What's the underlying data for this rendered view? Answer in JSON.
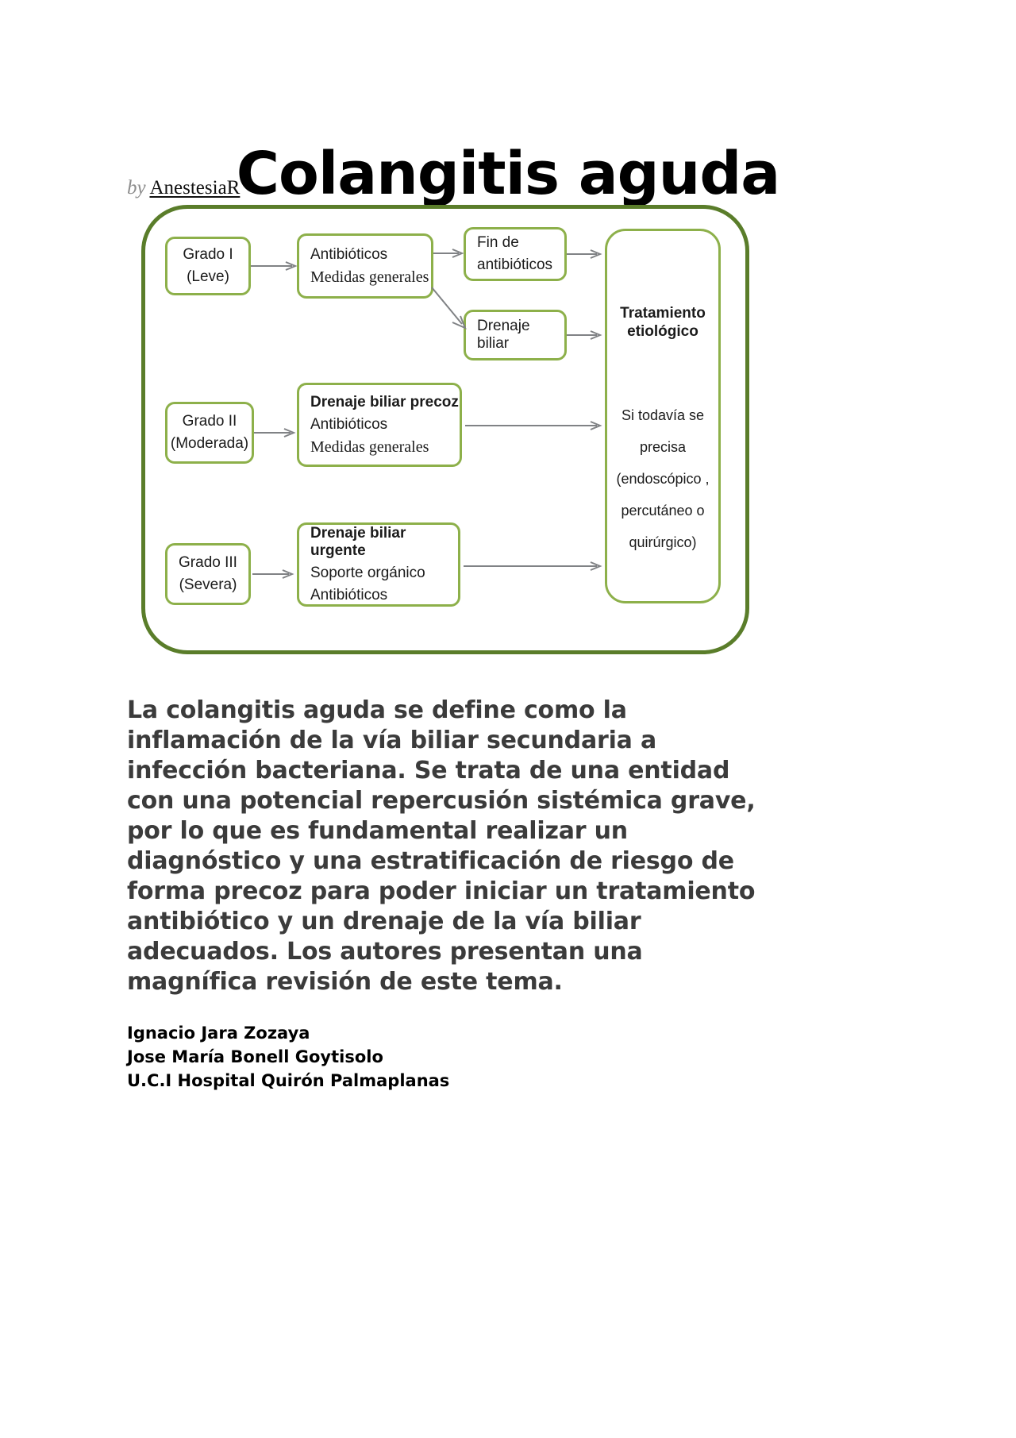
{
  "document": {
    "title": "Colangitis aguda",
    "byline": {
      "prefix": "by",
      "author": "AnestesiaR"
    },
    "lead_paragraph": "La colangitis aguda se define como la inflamación de la vía biliar secundaria a infección bacteriana. Se trata de una entidad con una potencial repercusión sistémica grave, por lo que es fundamental realizar un diagnóstico y una estratificación de riesgo de forma precoz para poder iniciar un tratamiento antibiótico y un drenaje de la vía biliar adecuados. Los autores presentan una magnífica revisión de este tema.",
    "signature": {
      "line1": "Ignacio Jara Zozaya",
      "line2": "Jose María Bonell Goytisolo",
      "line3": "U.C.I Hospital Quirón Palmaplanas"
    }
  },
  "diagram": {
    "colors": {
      "frame_border": "#5a7d2a",
      "node_border": "#8db04a",
      "arrow": "#808285",
      "text": "#1b1b1b"
    },
    "nodes": {
      "grado1": {
        "line1": "Grado I",
        "line2": "(Leve)"
      },
      "grado1_actions": {
        "line1": "Antibióticos",
        "line2": "Medidas generales"
      },
      "fin_antibioticos": {
        "line1": "Fin de",
        "line2": "antibióticos"
      },
      "drenaje_biliar": {
        "line1": "Drenaje biliar"
      },
      "grado2": {
        "line1": "Grado II",
        "line2": "(Moderada)"
      },
      "grado2_actions": {
        "line1": "Drenaje biliar precoz",
        "line2": "Antibióticos",
        "line3": "Medidas generales"
      },
      "grado3": {
        "line1": "Grado III",
        "line2": "(Severa)"
      },
      "grado3_actions": {
        "line1": "Drenaje biliar urgente",
        "line2": "Soporte orgánico",
        "line3": "Antibióticos"
      },
      "tratamiento_etiologico": {
        "title_line1": "Tratamiento",
        "title_line2": "etiológico",
        "body_line1": "Si todavía se",
        "body_line2": "precisa",
        "body_line3": "(endoscópico ,",
        "body_line4": "percutáneo o",
        "body_line5": "quirúrgico)"
      }
    }
  }
}
